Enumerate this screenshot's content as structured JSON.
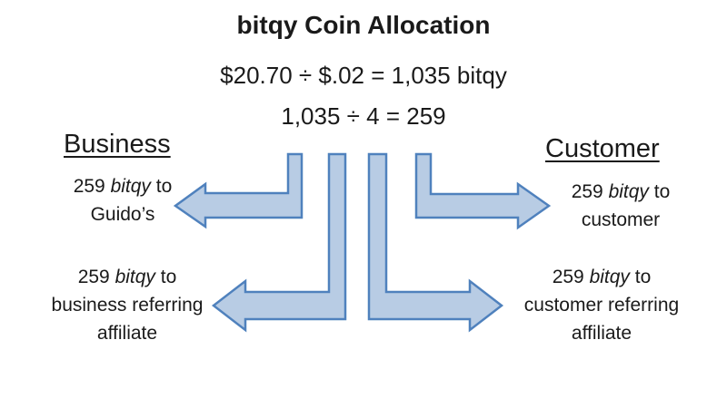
{
  "title": "bitqy Coin Allocation",
  "equation_1": "$20.70 ÷ $.02 = 1,035 bitqy",
  "equation_2": "1,035 ÷ 4 = 259",
  "headings": {
    "business": "Business",
    "customer": "Customer"
  },
  "allocations": {
    "business": {
      "amount": "259",
      "coin": "bitqy",
      "to": "to",
      "line2": "Guido’s"
    },
    "business_affiliate": {
      "amount": "259",
      "coin": "bitqy",
      "to": "to",
      "line2": "business referring",
      "line3": "affiliate"
    },
    "customer": {
      "amount": "259",
      "coin": "bitqy",
      "to": "to",
      "line2": "customer"
    },
    "customer_affiliate": {
      "amount": "259",
      "coin": "bitqy",
      "to": "to",
      "line2": "customer referring",
      "line3": "affiliate"
    }
  },
  "colors": {
    "arrow_fill": "#b8cce4",
    "arrow_stroke": "#4f81bd"
  }
}
